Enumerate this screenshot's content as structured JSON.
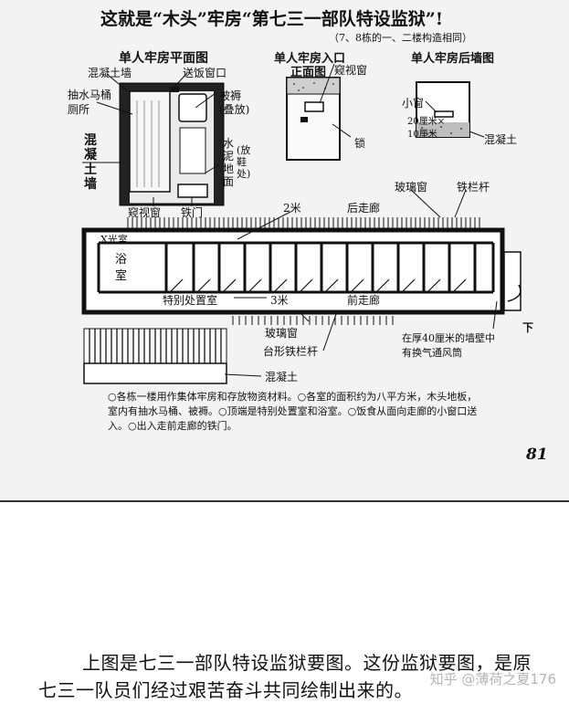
{
  "scan": {
    "title": "这就是“木头”牢房“第七三一部队特设监狱”!",
    "subtitle": "（7、8栋的一、二楼构造相同）",
    "floor_plan": {
      "heading": "单人牢房平面图",
      "concrete_wall_top": "混凝土墙",
      "food_slot": "送饭窗口",
      "toilet": "抽水马桶\n厕所",
      "bedding_line1": "被褥",
      "bedding_line2": "(叠放)",
      "concrete_wall_side": "混\n凝\n土\n墙",
      "cement_floor": "水\n泥\n地\n面",
      "shoe_place": "(放\n鞋\n处)",
      "peephole": "窥视窗",
      "iron_door": "铁门"
    },
    "entrance": {
      "heading": "单人牢房入口",
      "front_view": "正面图",
      "peephole": "窥视窗",
      "lock": "锁"
    },
    "back_wall": {
      "heading": "单人牢房后墙图",
      "small_window": "小窗",
      "size_line1": "20厘米×",
      "size_line2": "10厘米",
      "concrete": "混凝土"
    },
    "building": {
      "glass_window_top": "玻璃窗",
      "iron_railing_top": "铁栏杆",
      "two_meters": "2米",
      "back_corridor": "后走廊",
      "x_room": "X光室",
      "bathroom": "浴\n室",
      "special_room": "特别处置室",
      "three_meters": "3米",
      "front_corridor": "前走廊",
      "glass_window_bottom": "玻璃窗",
      "platform_railing": "台形铁栏杆",
      "concrete": "混凝土",
      "vent_line1": "在厚40厘米的墙壁中",
      "vent_line2": "有换气通风筒",
      "down": "下"
    },
    "notes": [
      "○各栋一楼用作集体牢房和存放物资材料。○各室的面积约为八平方米，木头地板，",
      "室内有抽水马桶、被褥。○顶端是特别处置室和浴室。○饭食从面向走廊的小窗口送",
      "入。○出入走前走廊的铁门。"
    ],
    "page_number": "81"
  },
  "caption": {
    "line1": "上图是七三一部队特设监狱要图。这份监狱要图，是原",
    "line2": "七三一队员们经过艰苦奋斗共同绘制出来的。"
  },
  "watermark": "知乎 @薄荷之夏176"
}
